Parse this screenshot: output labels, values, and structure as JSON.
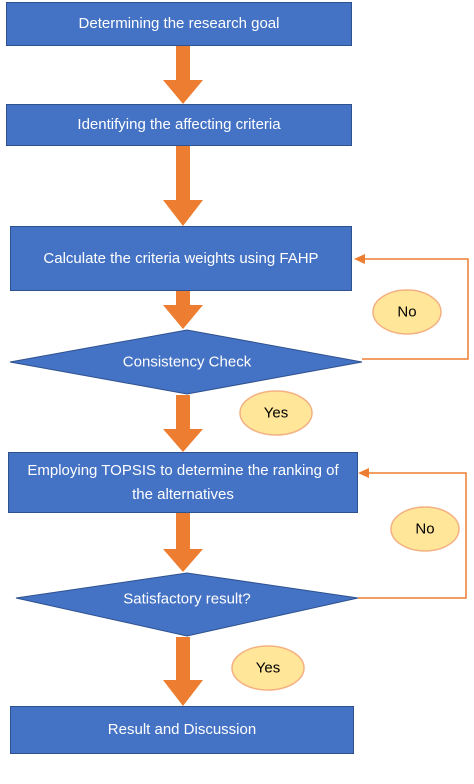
{
  "steps": {
    "goal": "Determining the research goal",
    "criteria": "Identifying the affecting criteria",
    "weights": "Calculate the criteria weights using FAHP",
    "topsis": "Employing TOPSIS to determine the ranking of the alternatives",
    "result": "Result and Discussion"
  },
  "decisions": {
    "consistency": "Consistency Check",
    "satisfactory": "Satisfactory result?"
  },
  "labels": {
    "no_1": "No",
    "yes_1": "Yes",
    "no_2": "No",
    "yes_2": "Yes"
  },
  "colors": {
    "box_fill": "#4472c4",
    "arrow": "#ed7d31",
    "badge_fill": "#ffe699",
    "badge_stroke": "#f4b183"
  }
}
